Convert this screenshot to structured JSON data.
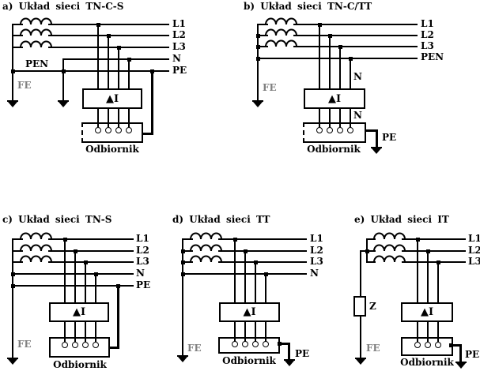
{
  "figure": {
    "background": "#ffffff",
    "line_color": "#000000",
    "fe_label_color": "#808080"
  },
  "shared": {
    "rcd_label": "▲I",
    "load_label": "Odbiornik",
    "fe_label": "FE",
    "pe_label": "PE"
  },
  "diagrams": {
    "a": {
      "title": "a) Układ sieci TN-C-S",
      "line_labels": [
        "L1",
        "L2",
        "L3",
        "N",
        "PE"
      ],
      "pen_label": "PEN"
    },
    "b": {
      "title": "b) Układ sieci TN-C/TT",
      "line_labels": [
        "L1",
        "L2",
        "L3",
        "PEN"
      ],
      "n_upper_label": "N",
      "n_lower_label": "N"
    },
    "c": {
      "title": "c) Układ sieci TN-S",
      "line_labels": [
        "L1",
        "L2",
        "L3",
        "N",
        "PE"
      ]
    },
    "d": {
      "title": "d) Układ sieci TT",
      "line_labels": [
        "L1",
        "L2",
        "L3",
        "N"
      ]
    },
    "e": {
      "title": "e) Układ sieci IT",
      "line_labels": [
        "L1",
        "L2",
        "L3"
      ],
      "z_label": "Z"
    }
  }
}
